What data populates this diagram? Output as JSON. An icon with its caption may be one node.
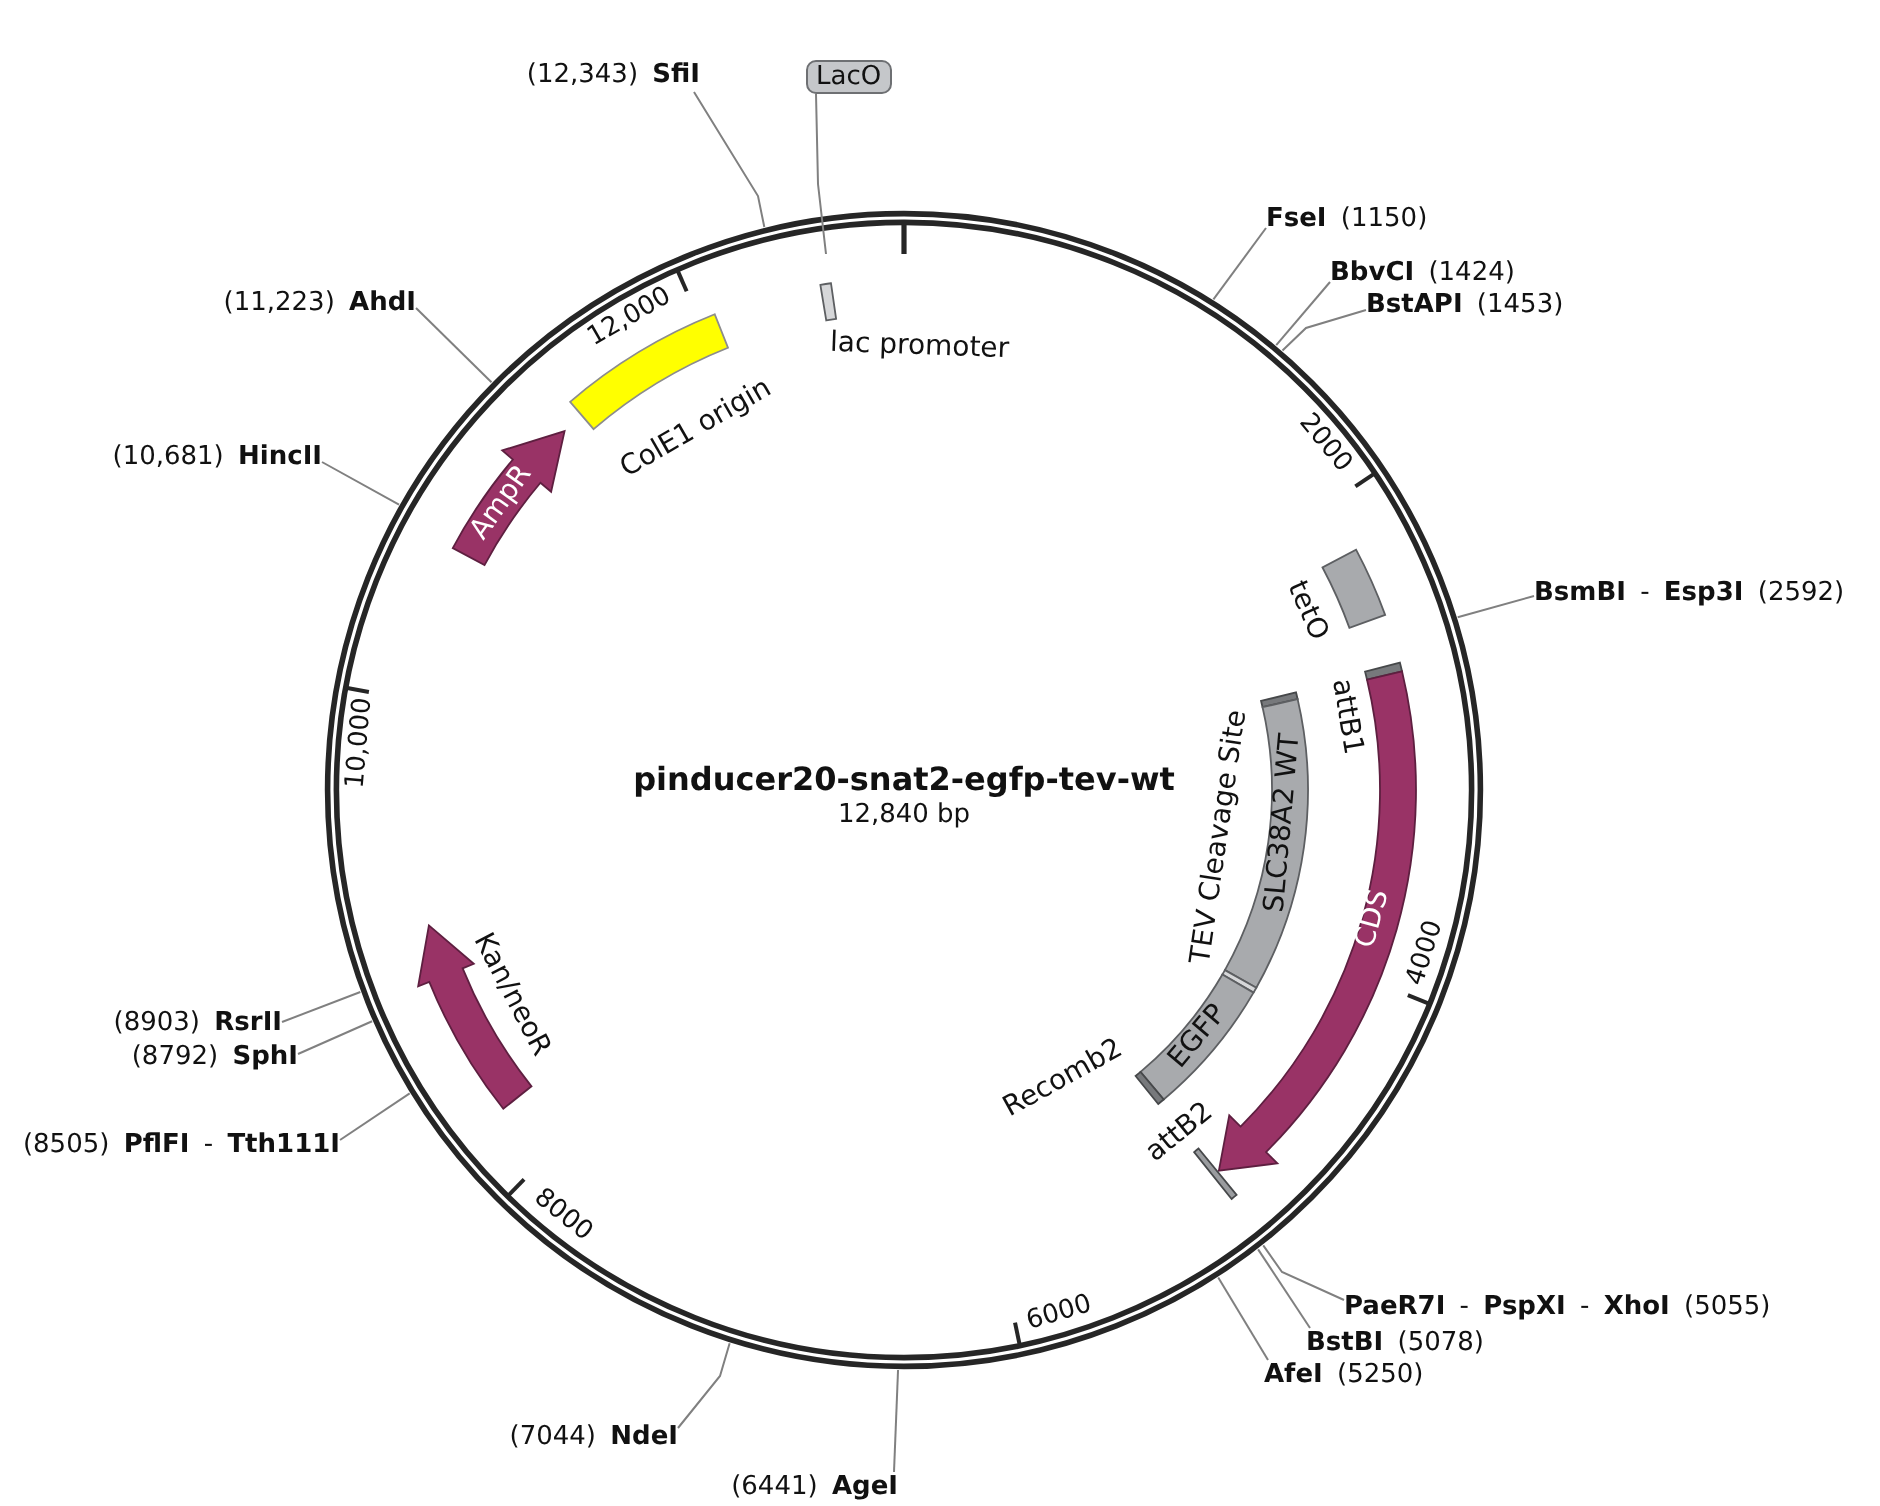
{
  "diagram": {
    "title": "pinducer20-snat2-egfp-tev-wt",
    "nodes": [
      {
        "text": [
          "(12,343) **SfiI**"
        ]
      },
      {
        "text": [
          "LacO"
        ]
      },
      {
        "text": [
          "**FseI** (1150)"
        ]
      },
      {
        "text": [
          "**BbvCI** (1424)"
        ]
      },
      {
        "text": [
          "(11,223) **AhdI**"
        ]
      },
      {
        "text": [
          "**BstAPI** (1453)"
        ]
      },
      {
        "text": [
          "lac promoter"
        ]
      },
      {
        "text": [
          "ColE1 origin"
        ]
      },
      {
        "text": [
          "(10,681) **HincII**"
        ]
      },
      {
        "text": [
          "AmpR"
        ]
      },
      {
        "text": [
          "tetO"
        ]
      },
      {
        "text": [
          "**BsmBI** - **Esp3I** (2592)"
        ]
      },
      {
        "text": [],
        "shape": "bar"
      },
      {
        "text": [
          "attB1"
        ]
      },
      {
        "text": [
          "SLC38A2 WT"
        ]
      },
      {
        "text": [
          "TEV Cleavage Site"
        ]
      },
      {
        "text": [
          "CDS"
        ]
      },
      {
        "text": [
          "Kan/neoR"
        ]
      },
      {
        "text": [
          "(8903) **RsrII**"
        ]
      },
      {
        "text": [
          "EGFP"
        ]
      },
      {
        "text": [
          "(8792) **SphI**"
        ]
      },
      {
        "text": [
          "Recomb2"
        ]
      },
      {
        "text": [
          "attB2"
        ]
      },
      {
        "text": [
          "(8505) **PflFI** - **Tth111I**"
        ]
      },
      {
        "text": [
          "**PaeR7I** - **PspXI** - **XhoI** (5055)"
        ]
      },
      {
        "text": [
          "**BstBI** (5078)"
        ]
      },
      {
        "text": [
          "**AfeI** (5250)"
        ]
      },
      {
        "text": [
          "(7044) **NdeI**"
        ]
      },
      {
        "text": [
          "(6441) **AgeI**"
        ]
      }
    ],
    "edges": [
      {
        "from": 0,
        "to": null,
        "arrow": "none"
      },
      {
        "from": 1,
        "to": null,
        "arrow": "none"
      },
      {
        "from": 2,
        "to": null,
        "arrow": "none"
      },
      {
        "from": 3,
        "to": null,
        "arrow": "none"
      },
      {
        "from": 4,
        "to": null,
        "arrow": "none"
      },
      {
        "from": 5,
        "to": null,
        "arrow": "none"
      },
      {
        "from": 8,
        "to": null,
        "arrow": "none"
      },
      {
        "from": 11,
        "to": null,
        "arrow": "none"
      },
      {
        "from": 18,
        "to": null,
        "arrow": "none"
      },
      {
        "from": 20,
        "to": null,
        "arrow": "none"
      },
      {
        "from": 23,
        "to": null,
        "arrow": "none"
      },
      {
        "from": 24,
        "to": null,
        "arrow": "none"
      },
      {
        "from": 25,
        "to": null,
        "arrow": "none"
      },
      {
        "from": 26,
        "to": null,
        "arrow": "none"
      },
      {
        "from": 27,
        "to": null,
        "arrow": "none"
      },
      {
        "from": 28,
        "to": null,
        "arrow": "none"
      }
    ],
    "labels": [
      "12,000",
      "2000",
      "10,000",
      "12,840 bp",
      "4000",
      "8000",
      "6000"
    ]
  }
}
